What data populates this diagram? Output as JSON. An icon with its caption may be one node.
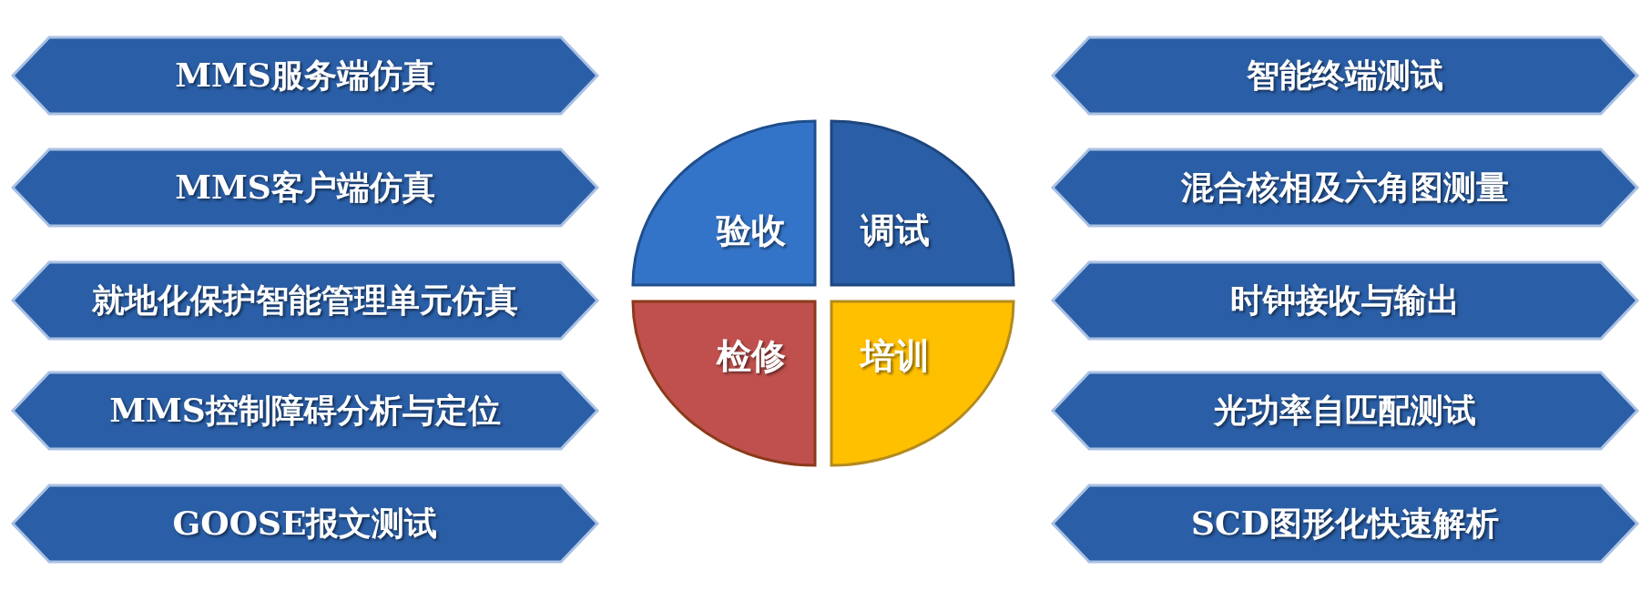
{
  "diagram": {
    "nodes": [
      {
        "text": [
          "MMS服务端仿真"
        ]
      },
      {
        "text": [
          "MMS客户端仿真"
        ]
      },
      {
        "text": [
          "就地化保护智能管理单元仿真"
        ]
      },
      {
        "text": [
          "MMS控制障碍分析与定位"
        ]
      },
      {
        "text": [
          "GOOSE报文测试"
        ]
      },
      {
        "text": [
          "验收"
        ]
      },
      {
        "text": [
          "调试"
        ]
      },
      {
        "text": [
          "检修"
        ]
      },
      {
        "text": [
          "培训"
        ]
      },
      {
        "text": [
          "智能终端测试"
        ]
      },
      {
        "text": [
          "混合核相及六角图测量"
        ]
      },
      {
        "text": [
          "时钟接收与输出"
        ]
      },
      {
        "text": [
          "光功率自匹配测试"
        ]
      },
      {
        "text": [
          "SCD图形化快速解析"
        ]
      }
    ]
  }
}
